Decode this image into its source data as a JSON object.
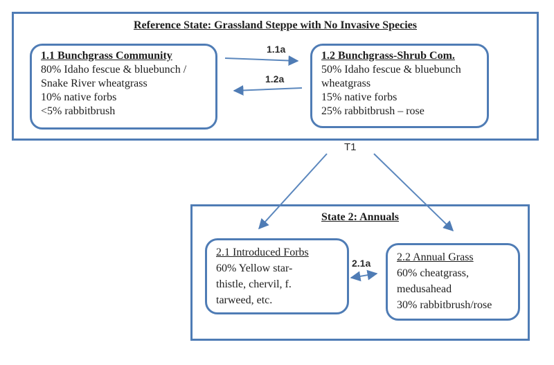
{
  "reference_state": {
    "title": "Reference State: Grassland Steppe with No Invasive Species",
    "box_1_1": {
      "title": "1.1 Bunchgrass Community",
      "lines": [
        "80% Idaho fescue & bluebunch /",
        "Snake River wheatgrass",
        "10% native forbs",
        "<5% rabbitbrush"
      ]
    },
    "box_1_2": {
      "title": "1.2 Bunchgrass-Shrub Com.",
      "lines": [
        "50% Idaho fescue & bluebunch",
        "wheatgrass",
        "15% native forbs",
        "25% rabbitbrush – rose"
      ]
    },
    "transition_1_1a": "1.1a",
    "transition_1_2a": "1.2a"
  },
  "transition_t1": "T1",
  "state_2": {
    "title": "State 2: Annuals",
    "box_2_1": {
      "title": "2.1 Introduced Forbs",
      "lines": [
        "60% Yellow star-",
        "thistle, chervil, f.",
        "tarweed, etc."
      ]
    },
    "box_2_2": {
      "title": "2.2 Annual Grass",
      "lines": [
        "60% cheatgrass,",
        "medusahead",
        "30% rabbitbrush/rose"
      ]
    },
    "transition_2_1a": "2.1a"
  },
  "colors": {
    "border_blue": "#4f7cb5",
    "arrow_blue": "#5b87bd",
    "text": "#1c1c1c"
  }
}
